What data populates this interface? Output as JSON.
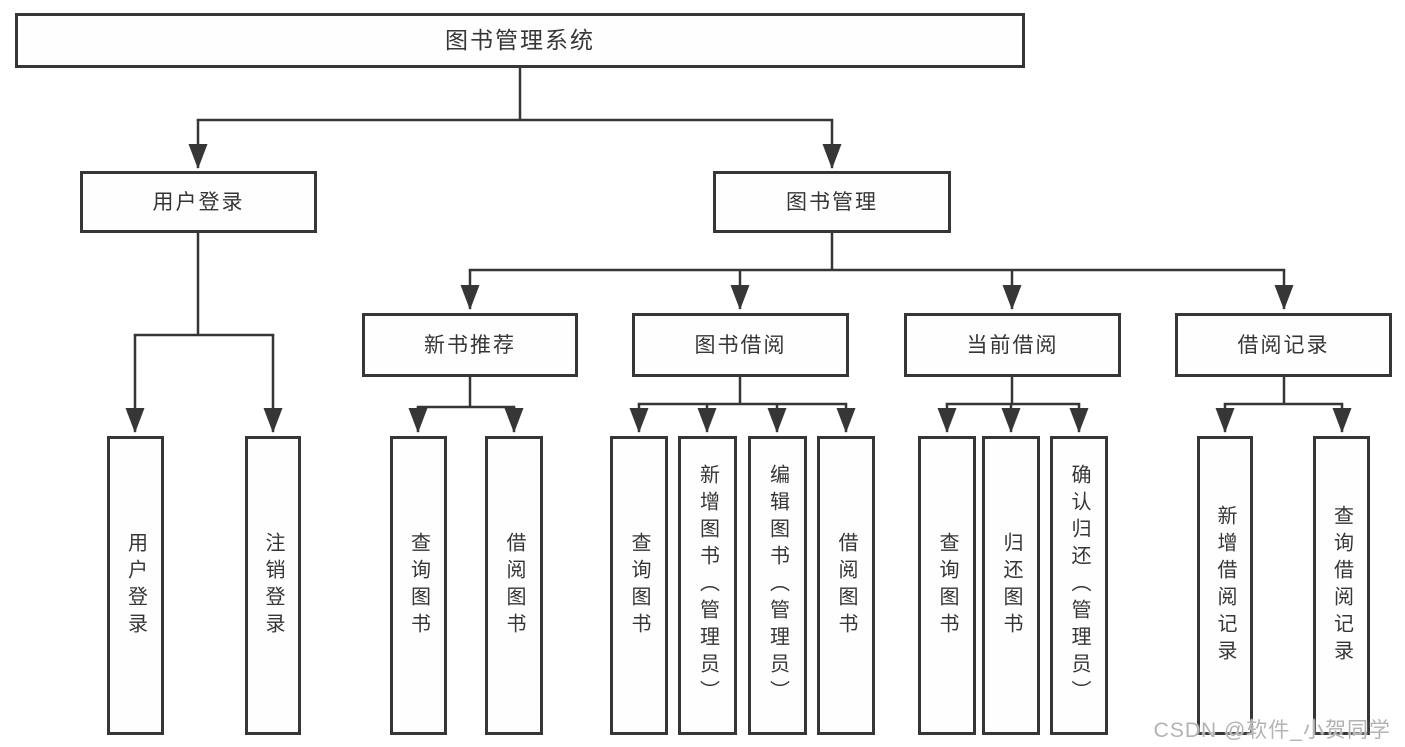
{
  "diagram": {
    "root": {
      "label": "图书管理系统"
    },
    "children": [
      {
        "label": "用户登录",
        "children": [
          {
            "label": "用户登录"
          },
          {
            "label": "注销登录"
          }
        ]
      },
      {
        "label": "图书管理",
        "children": [
          {
            "label": "新书推荐",
            "children": [
              {
                "label": "查询图书"
              },
              {
                "label": "借阅图书"
              }
            ]
          },
          {
            "label": "图书借阅",
            "children": [
              {
                "label": "查询图书"
              },
              {
                "label": "新增图书（管理员）"
              },
              {
                "label": "编辑图书（管理员）"
              },
              {
                "label": "借阅图书"
              }
            ]
          },
          {
            "label": "当前借阅",
            "children": [
              {
                "label": "查询图书"
              },
              {
                "label": "归还图书"
              },
              {
                "label": "确认归还（管理员）"
              }
            ]
          },
          {
            "label": "借阅记录",
            "children": [
              {
                "label": "新增借阅记录"
              },
              {
                "label": "查询借阅记录"
              }
            ]
          }
        ]
      }
    ]
  },
  "watermark": {
    "text": "CSDN @软件_小贺同学"
  },
  "colors": {
    "line": "#363636",
    "box_border": "#363636",
    "box_fill": "#fefefe",
    "text": "#363636",
    "background": "#ffffff",
    "watermark": "#b3b3b3"
  }
}
